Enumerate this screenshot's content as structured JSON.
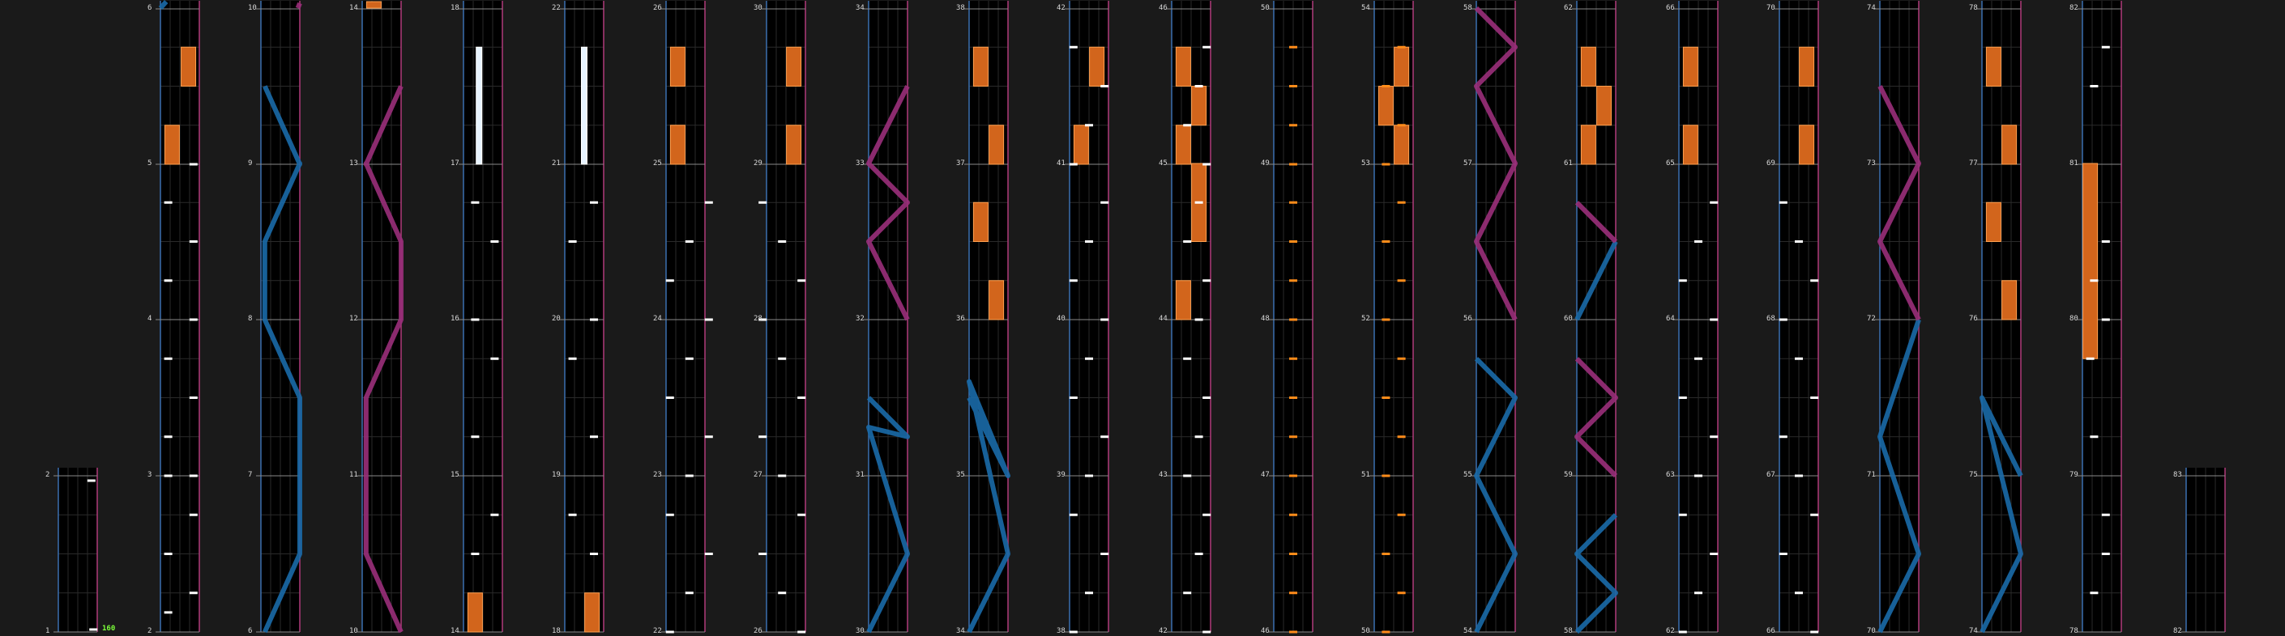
{
  "app": {
    "bpm_label": "160"
  },
  "colors": {
    "background": "#1a1a1a",
    "lane_bg": "#000000",
    "lane_border_left": "#3b6fb0",
    "lane_border_right": "#b03b7a",
    "grid": "#2a2a2a",
    "measure_line": "#8a8a8a",
    "tap": "#ffffff",
    "hold": "#d2651c",
    "hold_border": "#ffa150",
    "orange_tap": "#ff8c1a",
    "hold_light": "#e8f4ff",
    "slide_left": "#1a6aa8",
    "slide_right": "#9a2f7a",
    "bpm": "#7cff3a"
  },
  "icons": {
    "measure_marker": "tick-glyph",
    "bpm_marker": "bpm-label"
  },
  "columns": [
    {
      "id": 0,
      "measures": [
        1,
        2
      ],
      "notes": []
    },
    {
      "id": 1,
      "measures": [
        2,
        3,
        4,
        5,
        6
      ],
      "notes": []
    },
    {
      "id": 2,
      "measures": [
        6,
        7,
        8,
        9,
        10
      ],
      "notes": []
    },
    {
      "id": 3,
      "measures": [
        10,
        11,
        12,
        13,
        14
      ],
      "notes": []
    },
    {
      "id": 4,
      "measures": [
        14,
        15,
        16,
        17,
        18
      ],
      "notes": []
    },
    {
      "id": 5,
      "measures": [
        18,
        19,
        20,
        21,
        22
      ],
      "notes": []
    },
    {
      "id": 6,
      "measures": [
        22,
        23,
        24,
        25,
        26
      ],
      "notes": []
    },
    {
      "id": 7,
      "measures": [
        26,
        27,
        28,
        29,
        30
      ],
      "notes": []
    },
    {
      "id": 8,
      "measures": [
        30,
        31,
        32,
        33,
        34
      ],
      "notes": []
    },
    {
      "id": 9,
      "measures": [
        34,
        35,
        36,
        37,
        38
      ],
      "notes": []
    },
    {
      "id": 10,
      "measures": [
        38,
        39,
        40,
        41,
        42
      ],
      "notes": []
    },
    {
      "id": 11,
      "measures": [
        42,
        43,
        44,
        45,
        46
      ],
      "notes": []
    },
    {
      "id": 12,
      "measures": [
        46,
        47,
        48,
        49,
        50
      ],
      "notes": []
    },
    {
      "id": 13,
      "measures": [
        50,
        51,
        52,
        53,
        54
      ],
      "notes": []
    },
    {
      "id": 14,
      "measures": [
        54,
        55,
        56,
        57,
        58
      ],
      "notes": []
    },
    {
      "id": 15,
      "measures": [
        58,
        59,
        60,
        61,
        62
      ],
      "notes": []
    },
    {
      "id": 16,
      "measures": [
        62,
        63,
        64,
        65,
        66
      ],
      "notes": []
    },
    {
      "id": 17,
      "measures": [
        66,
        67,
        68,
        69,
        70
      ],
      "notes": []
    },
    {
      "id": 18,
      "measures": [
        70,
        71,
        72,
        73,
        74
      ],
      "notes": []
    },
    {
      "id": 19,
      "measures": [
        74,
        75,
        76,
        77,
        78
      ],
      "notes": []
    },
    {
      "id": 20,
      "measures": [
        78,
        79,
        80,
        81,
        82
      ],
      "notes": []
    },
    {
      "id": 21,
      "measures": [
        82,
        83
      ],
      "notes": []
    }
  ]
}
